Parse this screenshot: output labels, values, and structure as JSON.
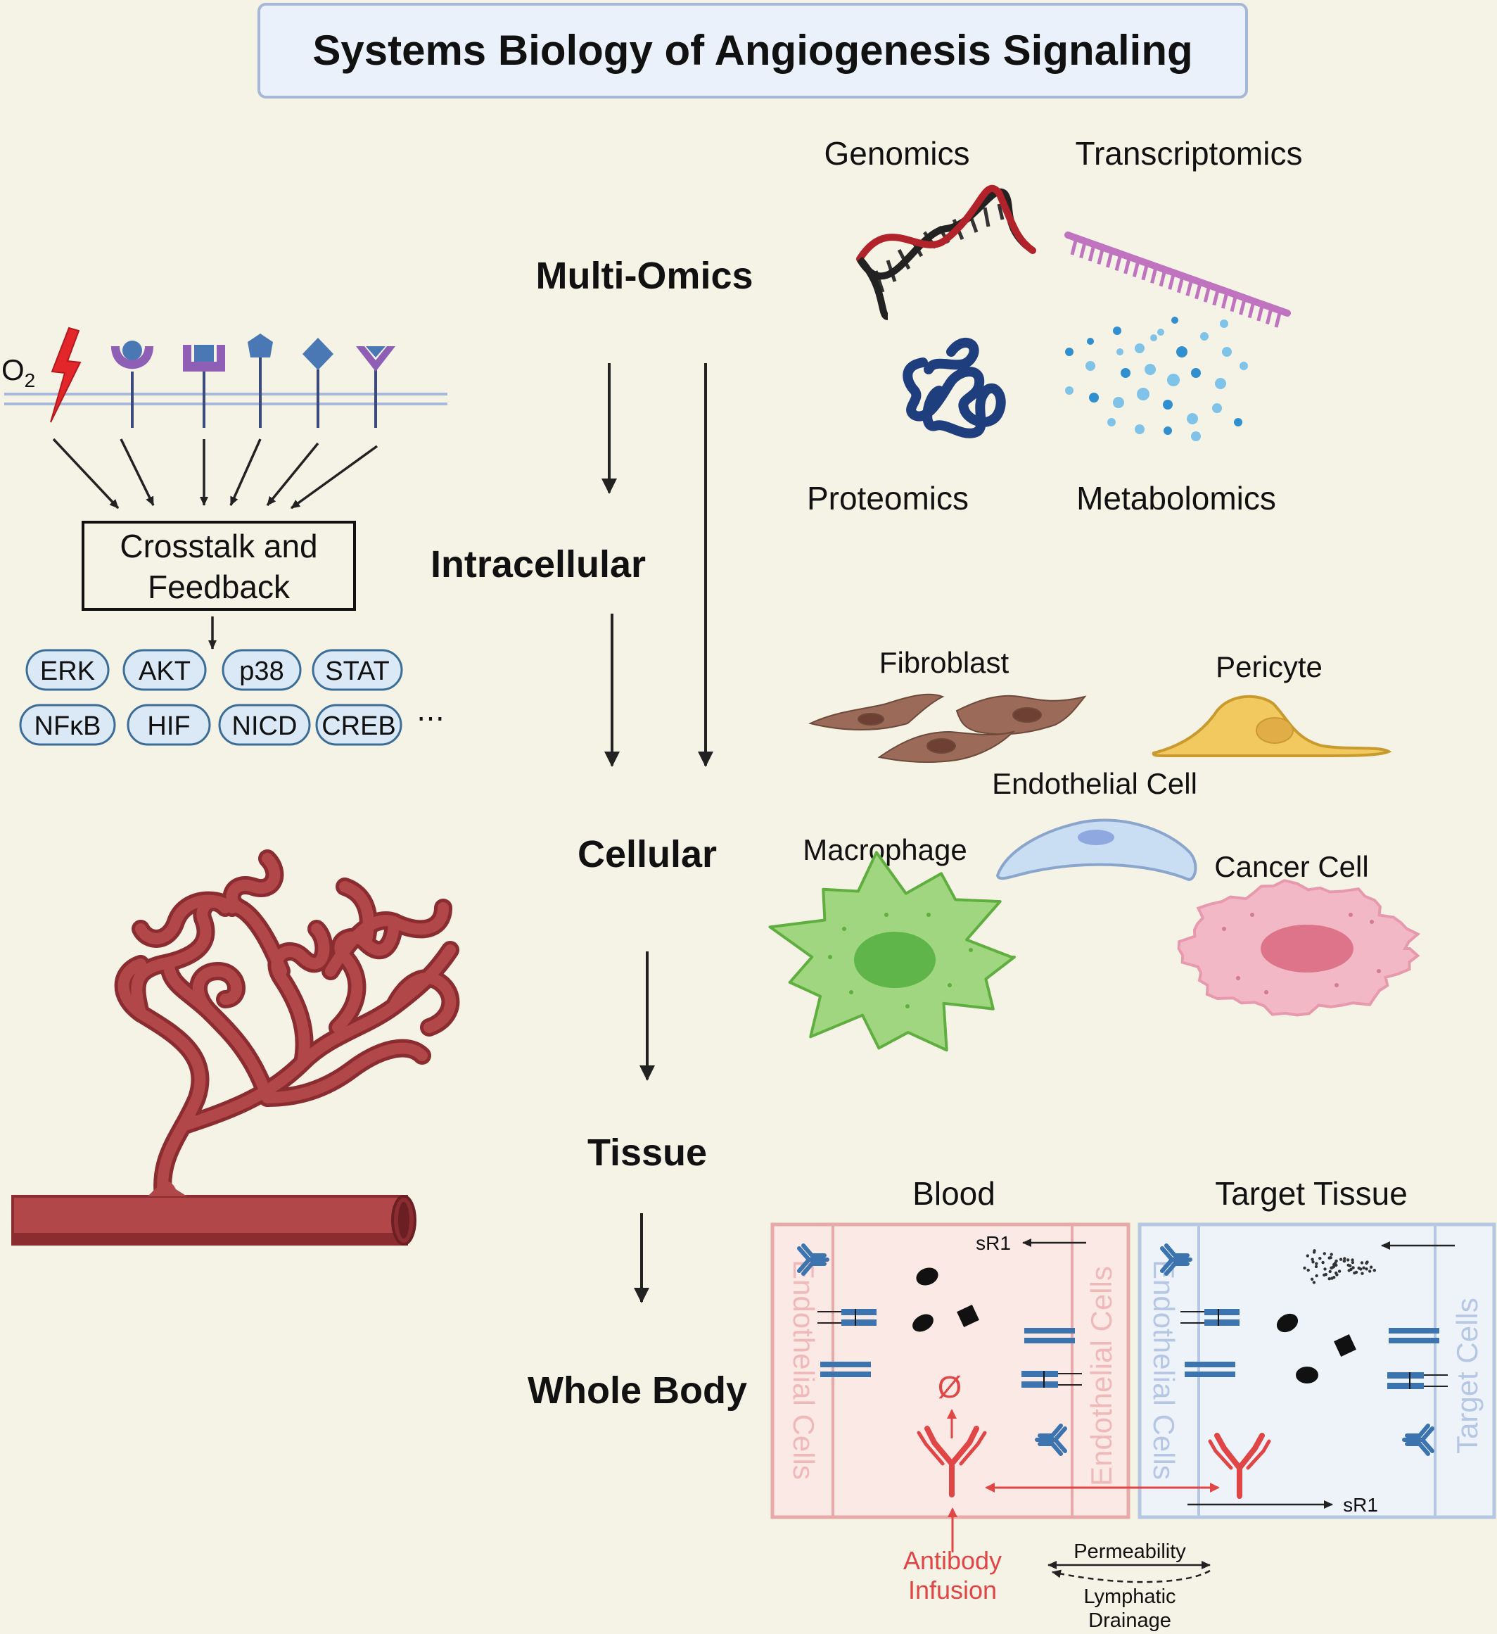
{
  "title": "Systems Biology of Angiogenesis Signaling",
  "scales": [
    "Multi-Omics",
    "Intracellular",
    "Cellular",
    "Tissue",
    "Whole Body"
  ],
  "omics": {
    "genomics": "Genomics",
    "transcriptomics": "Transcriptomics",
    "proteomics": "Proteomics",
    "metabolomics": "Metabolomics"
  },
  "signaling": {
    "oxygen_label": "O",
    "oxygen_sub": "2",
    "box_line1": "Crosstalk and",
    "box_line2": "Feedback",
    "pathways": [
      "ERK",
      "AKT",
      "p38",
      "STAT",
      "NFκB",
      "HIF",
      "NICD",
      "CREB"
    ],
    "more": "⋯"
  },
  "cells": {
    "fibroblast": "Fibroblast",
    "pericyte": "Pericyte",
    "endothelial": "Endothelial Cell",
    "macrophage": "Macrophage",
    "cancer": "Cancer Cell"
  },
  "whole_body": {
    "blood": "Blood",
    "target_tissue": "Target Tissue",
    "endothelial_cells": "Endothelial Cells",
    "target_cells": "Target Cells",
    "sr1": "sR1",
    "null_symbol": "Ø",
    "antibody_infusion_1": "Antibody",
    "antibody_infusion_2": "Infusion",
    "permeability": "Permeability",
    "lymphatic_1": "Lymphatic",
    "lymphatic_2": "Drainage"
  },
  "colors": {
    "background": "#f5f2e6",
    "title_box_fill": "#eaf1fb",
    "title_box_stroke": "#a6b8d8",
    "vessel_red": "#b2474a",
    "vessel_dark": "#8a2c30",
    "pill_fill": "#dbe9f6",
    "pill_stroke": "#3b6d96",
    "receptor_purple": "#8e5fb5",
    "receptor_blue": "#4a78b5",
    "blood_box": "#e8a9a9",
    "tissue_box": "#b5c7e3",
    "antibody_red": "#e04646",
    "receptor_chain_blue": "#3b74ae"
  }
}
